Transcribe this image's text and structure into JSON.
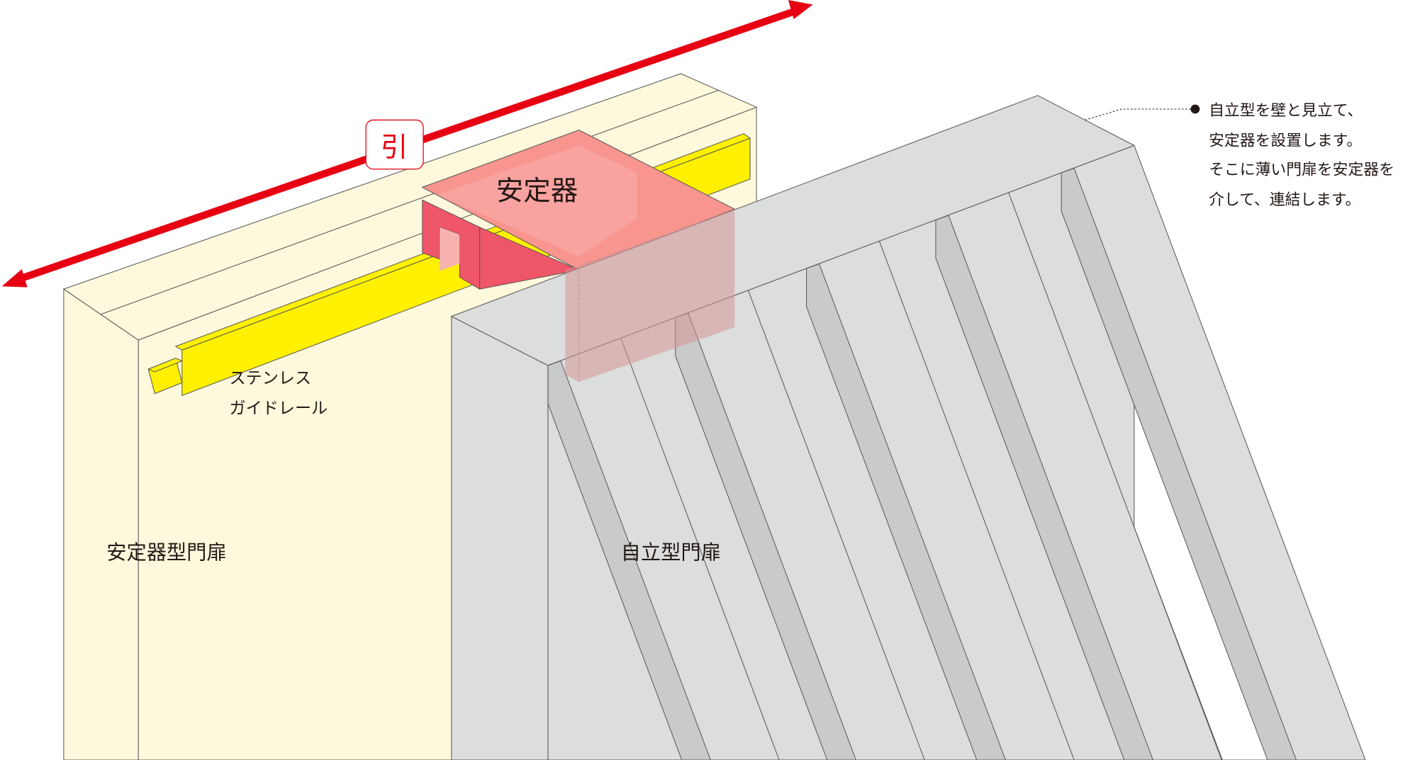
{
  "labels": {
    "pull": "引",
    "stabilizer": "安定器",
    "rail_line1": "ステンレス",
    "rail_line2": "ガイドレール",
    "stabilizer_gate": "安定器型門扉",
    "freestanding_gate": "自立型門扉"
  },
  "note": {
    "lines": [
      "自立型を壁と見立て、",
      "安定器を設置します。",
      "そこに薄い門扉を安定器を",
      "介して、連結します。"
    ]
  },
  "colors": {
    "arrow": "#e60012",
    "stabilizer_gate": "#fef9dc",
    "rail": "#fff100",
    "stabilizer": "#f7958e",
    "freestanding_gate": "#dcdddd",
    "groove": "#c9caca"
  }
}
